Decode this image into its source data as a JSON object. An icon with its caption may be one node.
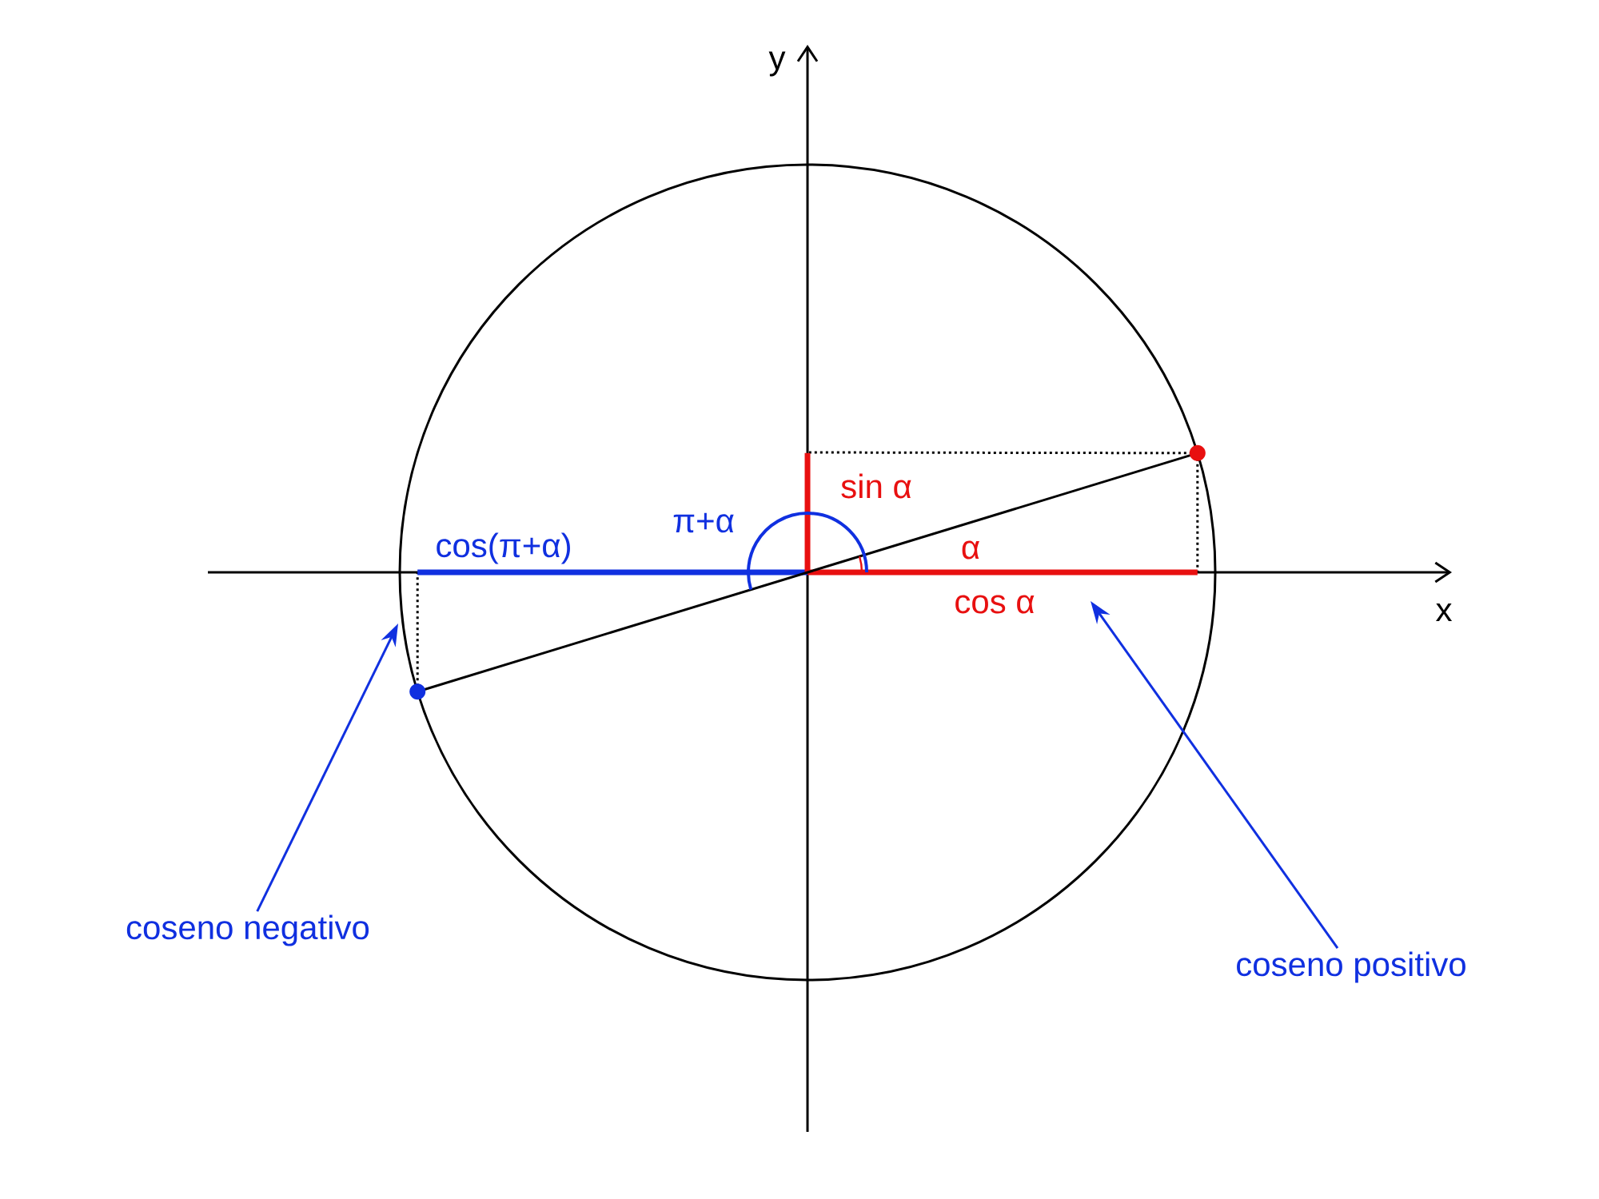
{
  "diagram": {
    "nodes": [
      {
        "text": [
          "coseno negativo"
        ]
      },
      {
        "text": [
          "coseno positivo"
        ]
      }
    ],
    "edges": [
      {
        "from": 0,
        "to": null,
        "arrow": "to"
      },
      {
        "from": 1,
        "to": null,
        "arrow": "to"
      }
    ],
    "labels": [
      "y",
      "sin α",
      "π+α",
      "cos(π+α)",
      "α",
      "cos α",
      "x"
    ]
  }
}
